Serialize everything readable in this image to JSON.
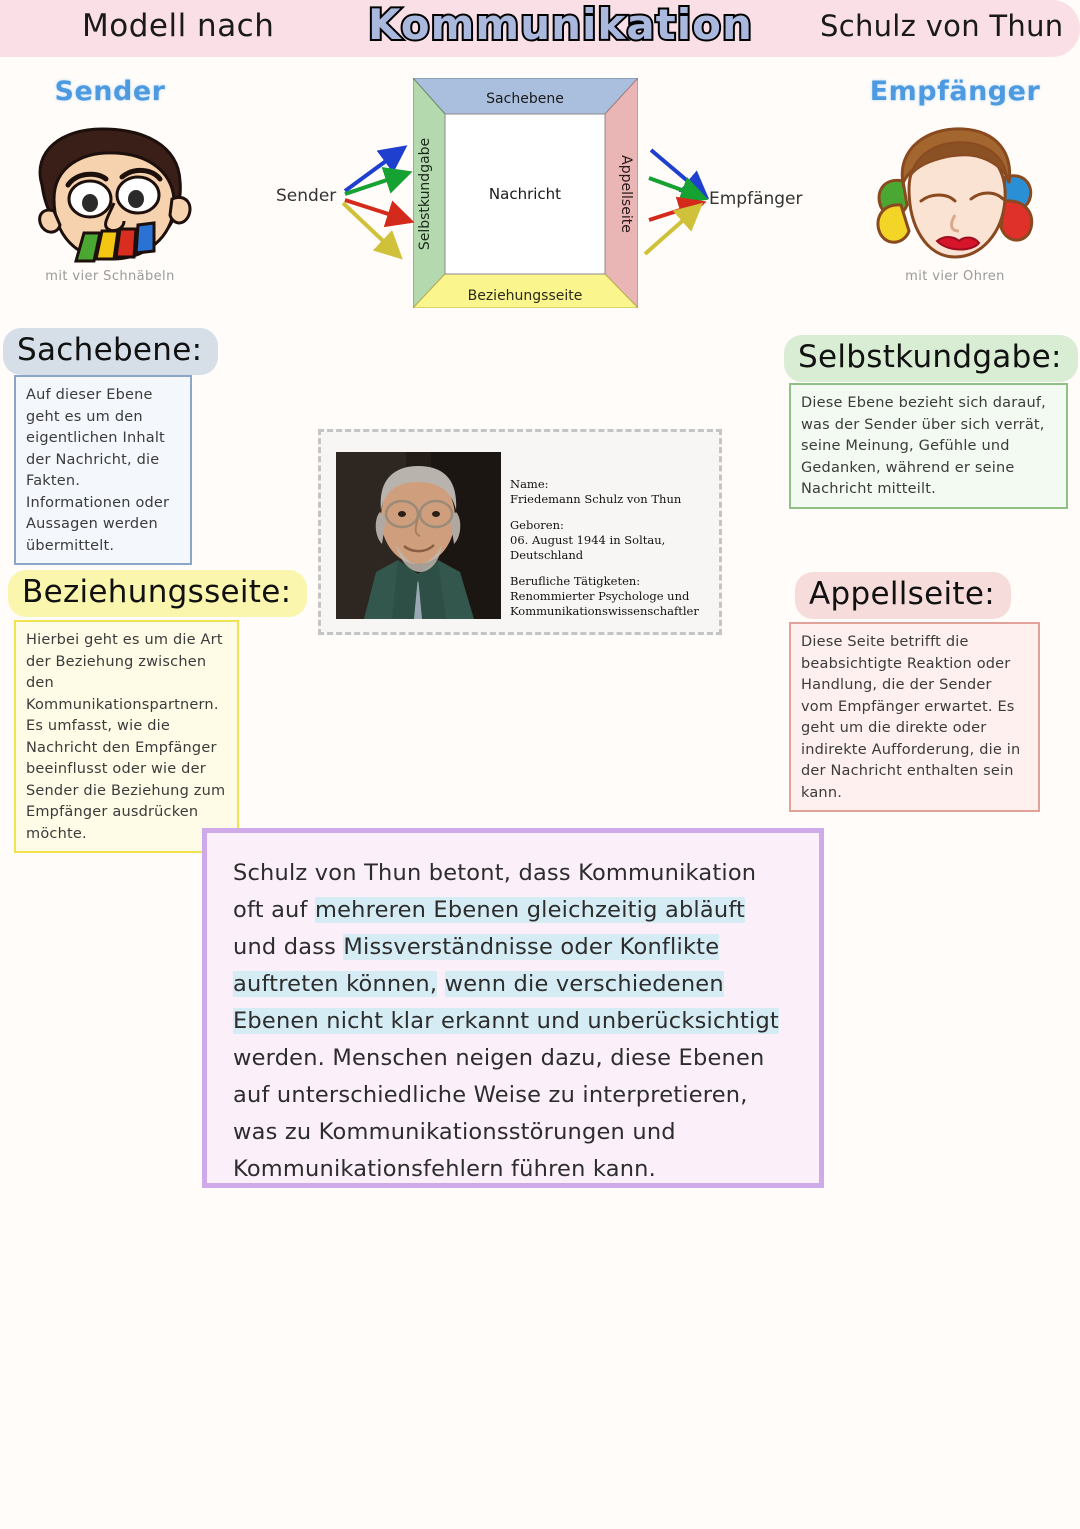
{
  "header": {
    "left": "Modell nach",
    "center": "Kommunikation",
    "right": "Schulz von Thun",
    "band_color": "#fbdfe6"
  },
  "sender": {
    "title": "Sender",
    "caption": "mit vier Schnäbeln",
    "icon": "cartoon-head-four-beaks",
    "title_color": "#4d9ae0"
  },
  "receiver": {
    "title": "Empfänger",
    "caption": "mit vier Ohren",
    "icon": "cartoon-head-four-ears",
    "title_color": "#4d9ae0"
  },
  "diagram": {
    "top_label": "Sachebene",
    "left_label": "Selbstkundgabe",
    "right_label": "Appellseite",
    "bottom_label": "Beziehungsseite",
    "center_label": "Nachricht",
    "sender_label": "Sender",
    "receiver_label": "Empfänger",
    "colors": {
      "top": "#aabfdd",
      "left": "#b5d9ae",
      "right": "#e9b5b5",
      "bottom": "#fbf58d",
      "arrows": [
        "#1f3fcf",
        "#15a233",
        "#d42a1c",
        "#cfc23a"
      ]
    }
  },
  "sections": [
    {
      "id": "sachebene",
      "title": "Sachebene:",
      "pill_color": "#d6dfe8",
      "box_bg": "#f4f7fb",
      "box_border": "#8ba6c9",
      "body": "Auf dieser Ebene geht es um den eigentlichen Inhalt der Nachricht, die Fakten. Informationen oder Aussagen werden übermittelt."
    },
    {
      "id": "selbstkundgabe",
      "title": "Selbstkundgabe:",
      "pill_color": "#d9ecd4",
      "box_bg": "#f3faf1",
      "box_border": "#8fc084",
      "body": "Diese Ebene bezieht sich darauf, was der Sender über sich verrät, seine Meinung, Gefühle und Gedanken, während er seine Nachricht mitteilt."
    },
    {
      "id": "beziehungsseite",
      "title": "Beziehungsseite:",
      "pill_color": "#fbf6ad",
      "box_bg": "#fefce6",
      "box_border": "#f2e24f",
      "body": "Hierbei geht es um die Art der Beziehung zwischen den Kommunikationspartnern. Es umfasst, wie die Nachricht den Empfänger beeinflusst oder wie der Sender die Beziehung zum Empfänger ausdrücken möchte."
    },
    {
      "id": "appellseite",
      "title": "Appellseite:",
      "pill_color": "#f7dcdc",
      "box_bg": "#fdf0ee",
      "box_border": "#e0a299",
      "body": "Diese Seite betrifft die beabsichtigte Reaktion oder Handlung, die der Sender vom Empfänger erwartet. Es geht um die direkte oder indirekte Aufforderung, die in der Nachricht enthalten sein kann."
    }
  ],
  "biography": {
    "name_label": "Name:",
    "name_value": "Friedemann Schulz von Thun",
    "born_label": "Geboren:",
    "born_value": "06. August 1944 in Soltau, Deutschland",
    "job_label": "Berufliche Tätigketen:",
    "job_value_1": "Renommierter Psychologe und",
    "job_value_2": "Kommunikationswissenschaftler",
    "photo": "portrait-friedemann-schulz-von-thun"
  },
  "summary": {
    "border_color": "#ceaae9",
    "background": "#fbf0fa",
    "highlight_color": "#d6ecf4",
    "segments": [
      {
        "text": "Schulz von Thun betont, dass Kommunikation oft auf ",
        "highlight": false
      },
      {
        "text": "mehreren Ebenen gleichzeitig abläuft",
        "highlight": true
      },
      {
        "text": " und dass ",
        "highlight": false
      },
      {
        "text": "Missverständnisse oder Konflikte auftreten können,",
        "highlight": true
      },
      {
        "text": " ",
        "highlight": false
      },
      {
        "text": "wenn die verschiedenen Ebenen nicht klar erkannt und unberücksichtigt",
        "highlight": true
      },
      {
        "text": " werden. Menschen neigen dazu, diese Ebenen auf unterschiedliche Weise zu interpretieren, was zu Kommunikationsstörungen und Kommunikationsfehlern führen kann.",
        "highlight": false
      }
    ]
  }
}
